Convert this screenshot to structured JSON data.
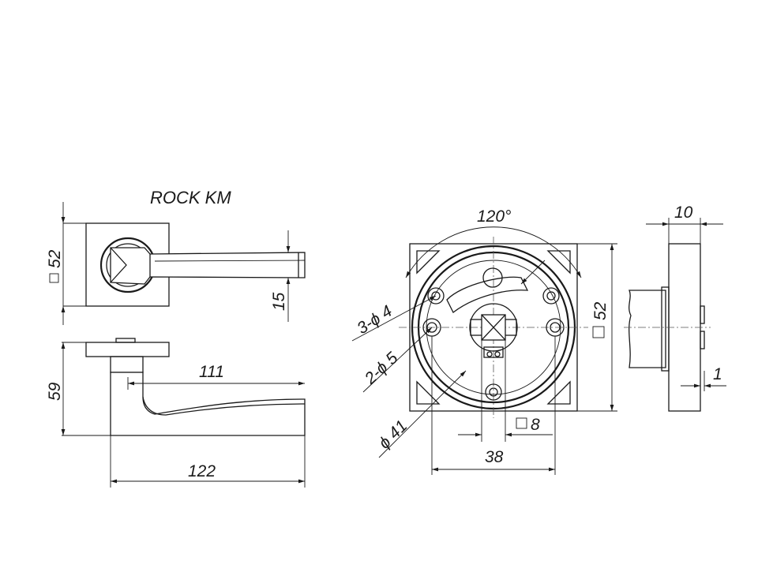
{
  "title": "ROCK KM",
  "dimensions": {
    "rose_square_side": "52",
    "handle_thickness": "15",
    "total_height": "59",
    "handle_length_inner": "111",
    "total_length": "122",
    "angle": "120°",
    "mount_square_side": "52",
    "holes_3": "3-ϕ 4",
    "holes_2": "2-ϕ 5",
    "circle_diameter": "ϕ 41",
    "spindle_square": "8",
    "hole_spacing": "38",
    "rose_thickness": "10",
    "step": "1"
  },
  "symbols": {
    "square_symbol": "□"
  }
}
